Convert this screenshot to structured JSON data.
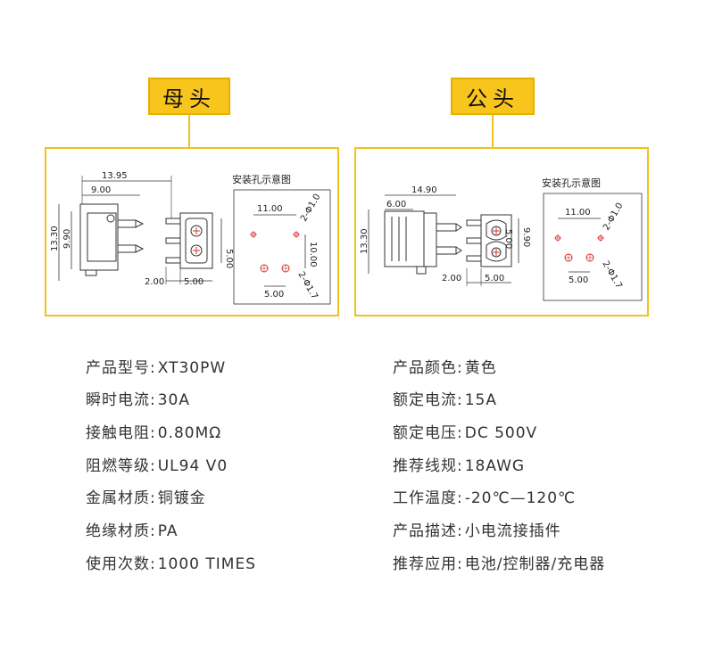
{
  "female": {
    "title": "母头",
    "hole_title": "安装孔示意图",
    "dims": {
      "d1": "13.95",
      "d2": "9.00",
      "d3": "13.30",
      "d4": "9.90",
      "d5": "2.00",
      "d6": "5.00",
      "d7": "5.00",
      "h1": "11.00",
      "h2": "2-Φ1.0",
      "h3": "10.00",
      "h4": "5.00",
      "h5": "2-Φ1.7"
    }
  },
  "male": {
    "title": "公头",
    "hole_title": "安装孔示意图",
    "dims": {
      "d1": "14.90",
      "d2": "6.00",
      "d3": "13.30",
      "d4": "9.90",
      "d5": "2.00",
      "d6": "5.00",
      "d7": "5.00",
      "h1": "11.00",
      "h2": "2-Φ1.0",
      "h4": "5.00",
      "h5": "2-Φ1.7"
    }
  },
  "specs_left": [
    {
      "key": "产品型号:",
      "value": "XT30PW"
    },
    {
      "key": "瞬时电流:",
      "value": "30A"
    },
    {
      "key": "接触电阻:",
      "value": "0.80MΩ"
    },
    {
      "key": "阻燃等级:",
      "value": "UL94 V0"
    },
    {
      "key": "金属材质:",
      "value": "铜镀金"
    },
    {
      "key": "绝缘材质:",
      "value": "PA"
    },
    {
      "key": "使用次数:",
      "value": "1000 TIMES"
    }
  ],
  "specs_right": [
    {
      "key": "产品颜色:",
      "value": "黄色"
    },
    {
      "key": "额定电流:",
      "value": "15A"
    },
    {
      "key": "额定电压:",
      "value": "DC 500V"
    },
    {
      "key": "推荐线规:",
      "value": "18AWG"
    },
    {
      "key": "工作温度:",
      "value": "-20℃—120℃"
    },
    {
      "key": "产品描述:",
      "value": "小电流接插件"
    },
    {
      "key": "推荐应用:",
      "value": "电池/控制器/充电器"
    }
  ],
  "colors": {
    "accent": "#f7c51c",
    "border": "#f2c21b",
    "red_hole": "#d9302c"
  }
}
